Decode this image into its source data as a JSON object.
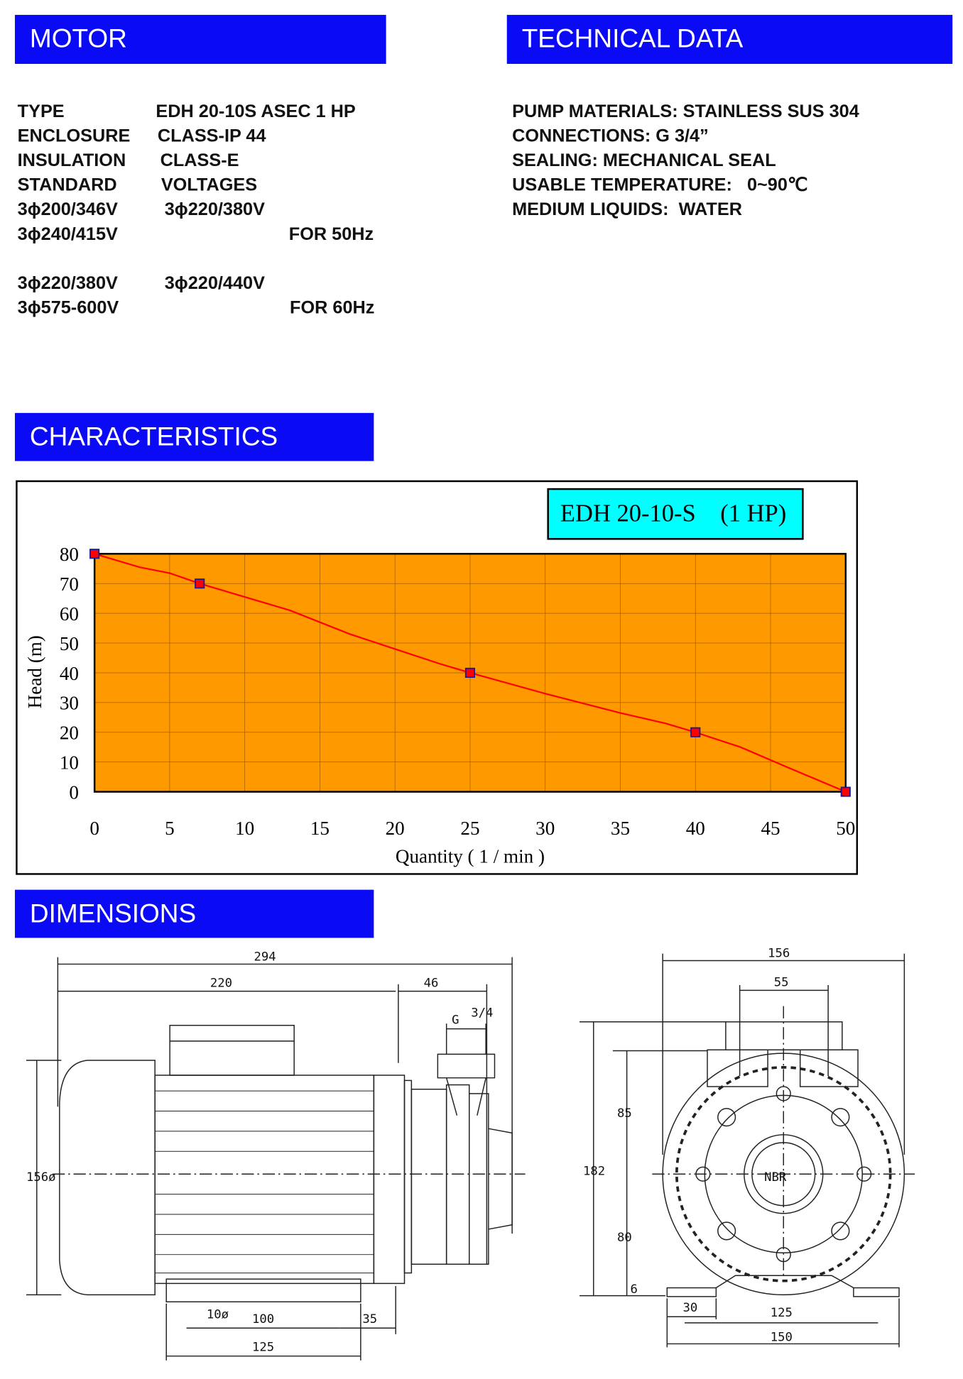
{
  "motor": {
    "title": "MOTOR",
    "rows": [
      {
        "label": "TYPE",
        "value": "EDH 20-10S ASEC 1 HP"
      },
      {
        "label": "ENCLOSURE",
        "value": "CLASS-IP 44"
      },
      {
        "label": "INSULATION",
        "value": "CLASS-E"
      },
      {
        "label": "STANDARD",
        "value": "VOLTAGES"
      }
    ],
    "voltages_50": {
      "v1": "3ϕ200/346V",
      "v2": "3ϕ220/380V",
      "v3": "3ϕ240/415V",
      "note": "FOR 50Hz"
    },
    "voltages_60": {
      "v1": "3ϕ220/380V",
      "v2": "3ϕ220/440V",
      "v3": "3ϕ575-600V",
      "note": "FOR 60Hz"
    }
  },
  "technical": {
    "title": "TECHNICAL DATA",
    "lines": [
      "PUMP MATERIALS: STAINLESS SUS 304",
      "CONNECTIONS: G 3/4”",
      "SEALING: MECHANICAL SEAL",
      "USABLE TEMPERATURE:   0~90℃",
      "MEDIUM LIQUIDS:  WATER"
    ]
  },
  "characteristics": {
    "title": "CHARACTERISTICS"
  },
  "chart_data": {
    "type": "line",
    "title": "EDH 20-10-S    (1 HP)",
    "xlabel": "Quantity ( 1 / min )",
    "ylabel": "Head (m)",
    "xlim": [
      0,
      50
    ],
    "ylim": [
      0,
      80
    ],
    "xticks": [
      "0",
      "5",
      "10",
      "15",
      "20",
      "25",
      "30",
      "35",
      "40",
      "45",
      "50"
    ],
    "yticks": [
      "0",
      "10",
      "20",
      "30",
      "40",
      "50",
      "60",
      "70",
      "80"
    ],
    "grid": true,
    "plot_bg": "#ff9900",
    "line_color": "#ff0000",
    "markers": [
      {
        "x": 0,
        "y": 80
      },
      {
        "x": 7,
        "y": 70
      },
      {
        "x": 25,
        "y": 40
      },
      {
        "x": 40,
        "y": 20
      },
      {
        "x": 50,
        "y": 0
      }
    ],
    "curve": [
      [
        0,
        80
      ],
      [
        3,
        75.5
      ],
      [
        5,
        73.5
      ],
      [
        7,
        70
      ],
      [
        9,
        67
      ],
      [
        13,
        61
      ],
      [
        17,
        53
      ],
      [
        20,
        48
      ],
      [
        23,
        43
      ],
      [
        25,
        40
      ],
      [
        30,
        33
      ],
      [
        35,
        26.5
      ],
      [
        38,
        23
      ],
      [
        40,
        20
      ],
      [
        43,
        15
      ],
      [
        46,
        8.5
      ],
      [
        50,
        0
      ]
    ]
  },
  "dimensions": {
    "title": "DIMENSIONS",
    "side": {
      "total_length": "294",
      "motor_length": "220",
      "pump_offset": "46",
      "g_label": "G",
      "g_size": "3/4",
      "height_dia": "156ø",
      "hole": "10ø",
      "foot_spacing": "100",
      "foot_offset": "35",
      "foot_length": "125"
    },
    "front": {
      "width": "156",
      "port_spacing": "55",
      "total_height": "182",
      "upper_height": "85",
      "lower_height": "80",
      "base_thick": "6",
      "foot_width": "30",
      "hole_spacing": "125",
      "base_width": "150",
      "seal": "NBR"
    }
  }
}
